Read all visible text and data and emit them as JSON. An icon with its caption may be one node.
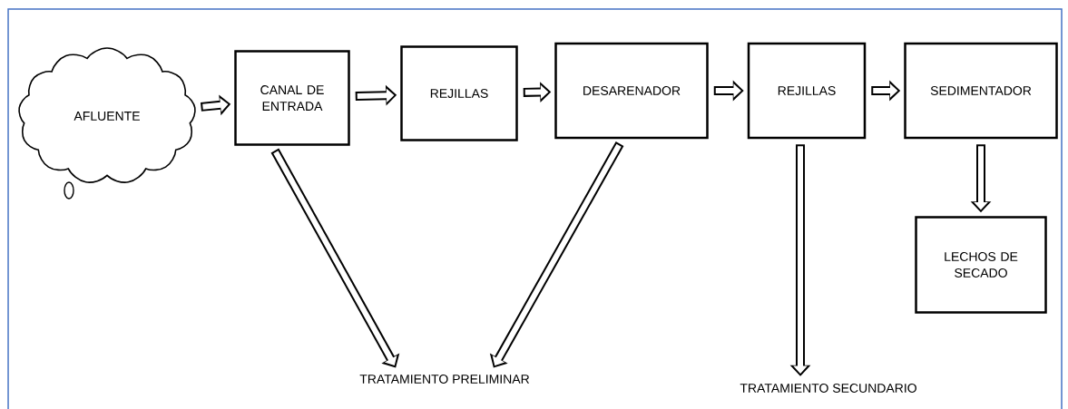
{
  "diagram": {
    "nodes": [
      {
        "text": [
          "AFLUENTE"
        ]
      },
      {
        "text": [
          "CANAL DE ENTRADA"
        ]
      },
      {
        "text": [
          "REJILLAS"
        ]
      },
      {
        "text": [
          "DESARENADOR"
        ]
      },
      {
        "text": [
          "REJILLAS"
        ]
      },
      {
        "text": [
          "SEDIMENTADOR"
        ]
      },
      {
        "text": [
          "LECHOS DE SECADO"
        ]
      },
      {
        "text": [
          "TRATAMIENTO PRELIMINAR"
        ]
      },
      {
        "text": [
          "TRATAMIENTO SECUNDARIO"
        ]
      }
    ],
    "edges": [
      {
        "from": 0,
        "to": 1,
        "arrow": "to"
      },
      {
        "from": 1,
        "to": 2,
        "arrow": "to"
      },
      {
        "from": 2,
        "to": 3,
        "arrow": "to"
      },
      {
        "from": 3,
        "to": 4,
        "arrow": "to"
      },
      {
        "from": 4,
        "to": 5,
        "arrow": "to"
      },
      {
        "from": 5,
        "to": 6,
        "arrow": "to"
      },
      {
        "from": 1,
        "to": 7,
        "arrow": "to"
      },
      {
        "from": 3,
        "to": 7,
        "arrow": "to"
      },
      {
        "from": 4,
        "to": 8,
        "arrow": "to"
      }
    ]
  }
}
